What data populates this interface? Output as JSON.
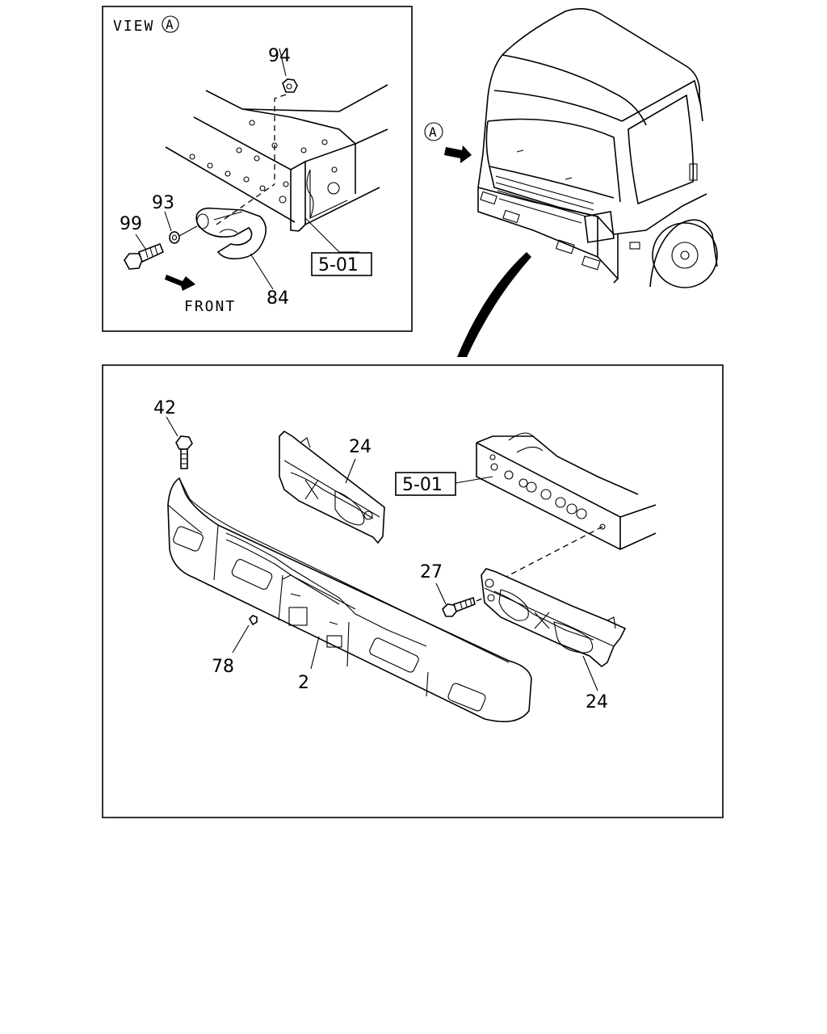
{
  "view_panel": {
    "title": "VIEW",
    "view_marker": "A",
    "direction_label": "FRONT",
    "callouts": {
      "p94": "94",
      "p93": "93",
      "p99": "99",
      "p84": "84"
    },
    "ref_box": "5-01"
  },
  "truck_panel": {
    "view_marker": "A"
  },
  "main_panel": {
    "callouts": {
      "p42": "42",
      "p24_top": "24",
      "p27": "27",
      "p78": "78",
      "p2": "2",
      "p24_bottom": "24"
    },
    "ref_box": "5-01"
  }
}
